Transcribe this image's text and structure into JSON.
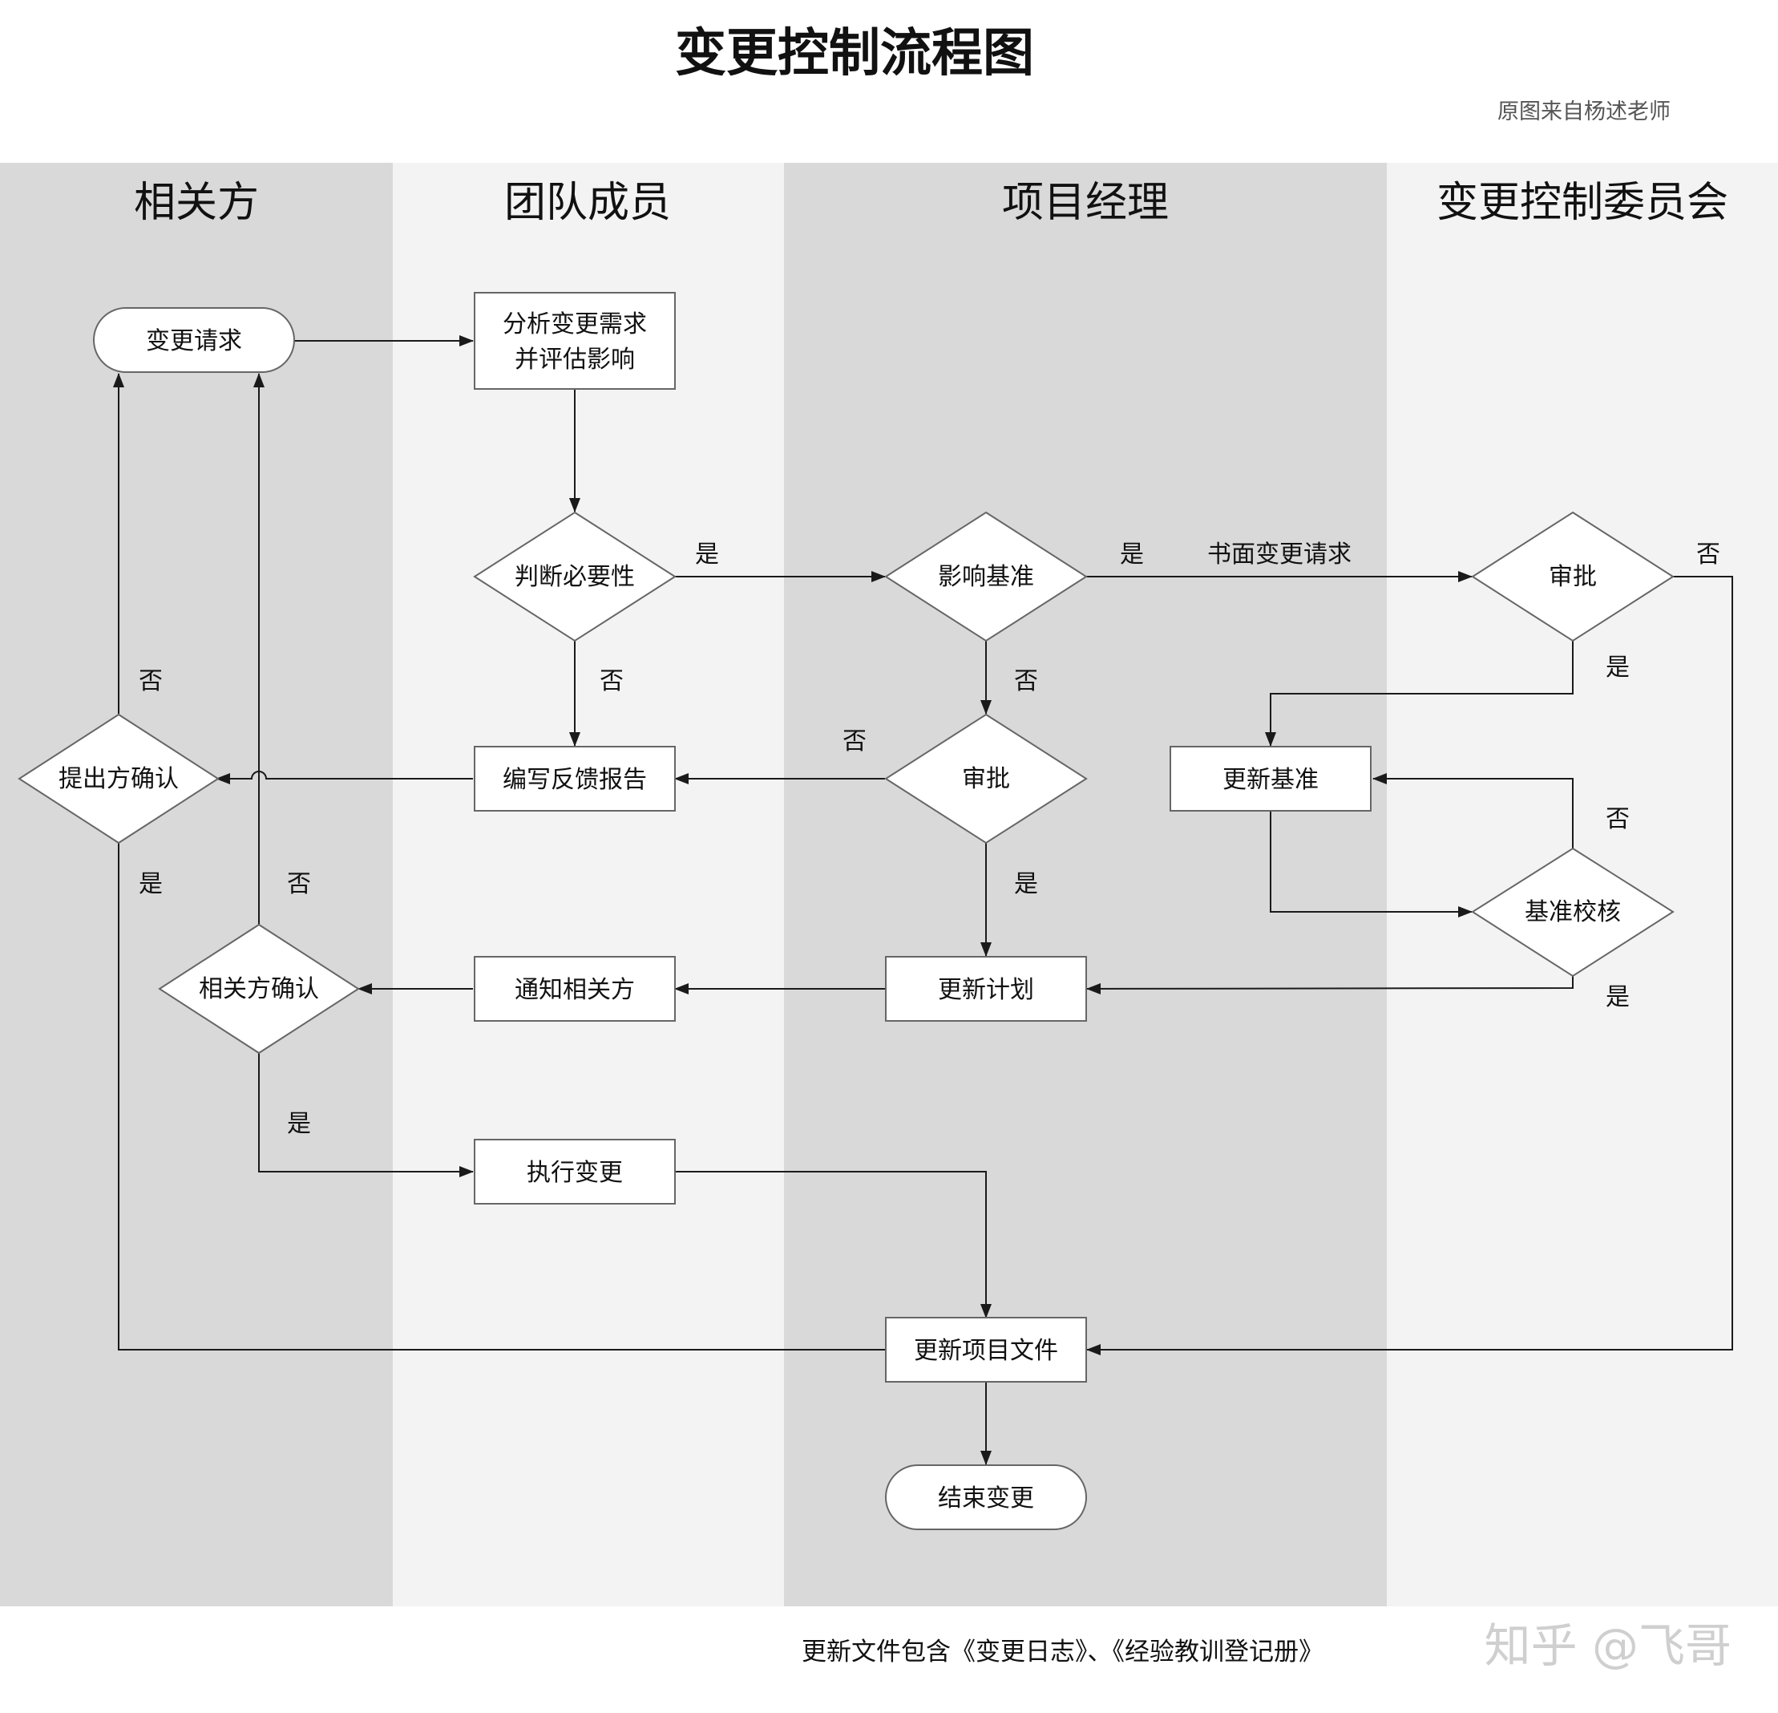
{
  "title": "变更控制流程图",
  "credit": "原图来自杨述老师",
  "lanes": [
    "相关方",
    "团队成员",
    "项目经理",
    "变更控制委员会"
  ],
  "nodes": {
    "change_request": "变更请求",
    "analyze_1": "分析变更需求",
    "analyze_2": "并评估影响",
    "judge_necessity": "判断必要性",
    "impact_baseline": "影响基准",
    "ccb_approve": "审批",
    "pm_approve": "审批",
    "write_feedback": "编写反馈报告",
    "proposer_confirm": "提出方确认",
    "update_baseline": "更新基准",
    "baseline_check": "基准校核",
    "update_plan": "更新计划",
    "notify_stakeholders": "通知相关方",
    "stakeholder_confirm": "相关方确认",
    "execute_change": "执行变更",
    "update_docs": "更新项目文件",
    "end_change": "结束变更"
  },
  "edge_labels": {
    "yes": "是",
    "no": "否",
    "written_request": "书面变更请求"
  },
  "footer": "更新文件包含《变更日志》、《经验教训登记册》",
  "watermark": "知乎 @飞哥"
}
